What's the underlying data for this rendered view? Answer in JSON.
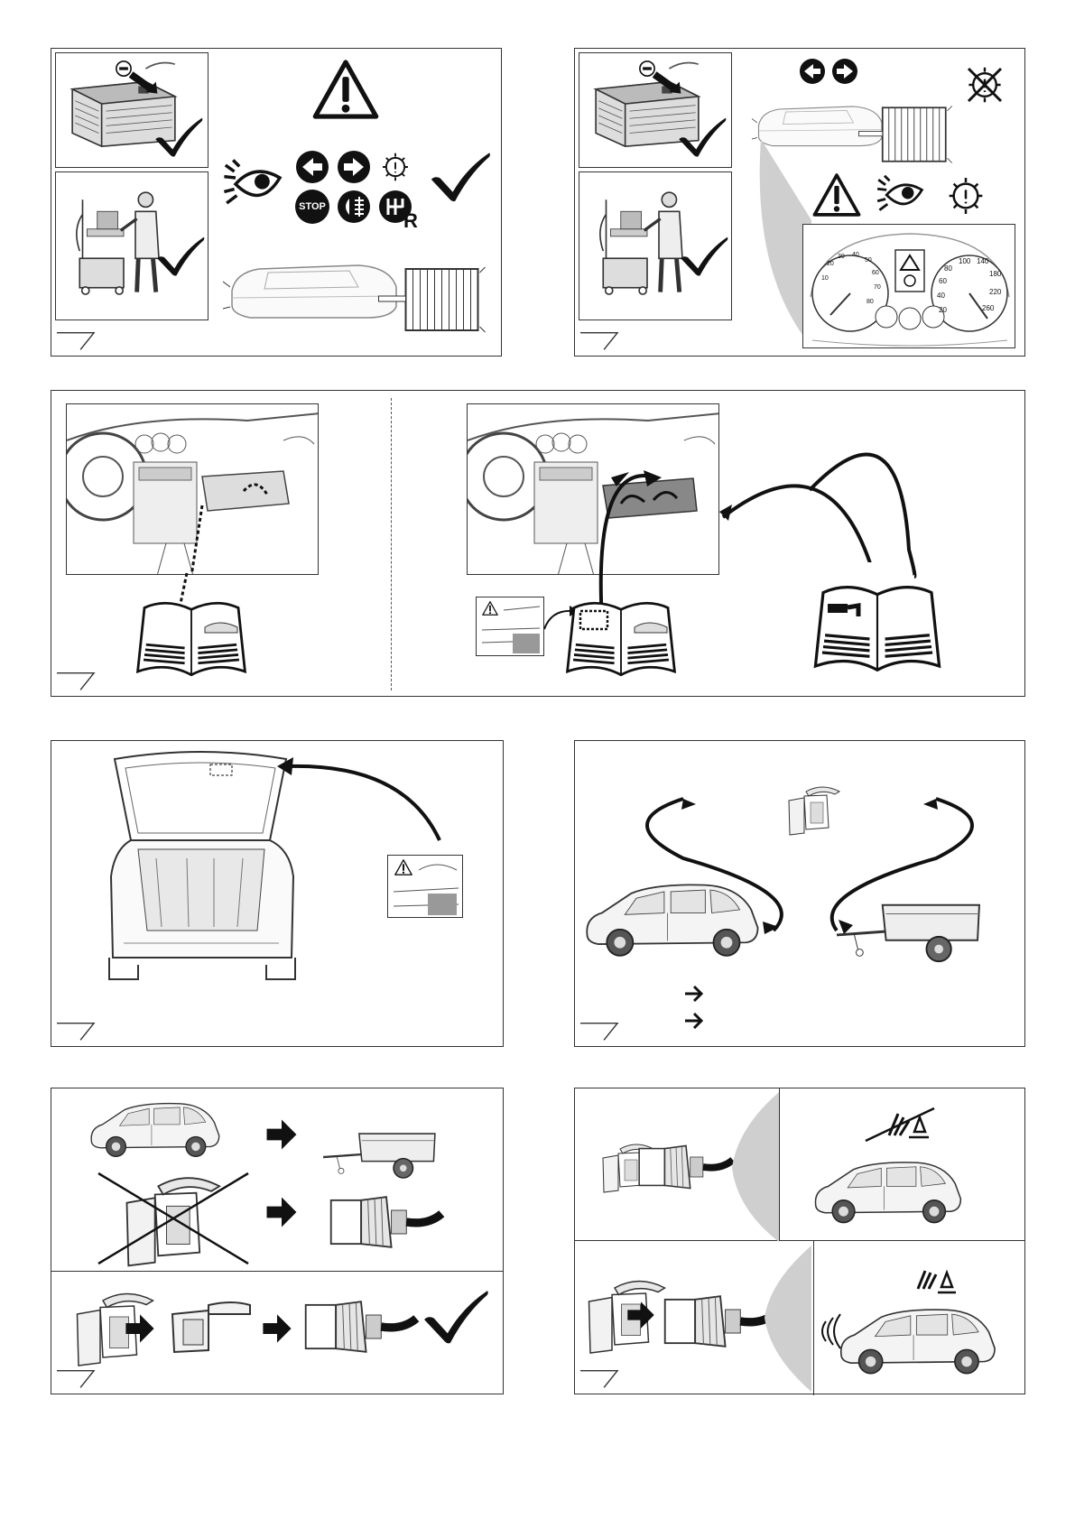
{
  "icons": {
    "step_tab": "page-tab-icon",
    "check": "checkmark-icon",
    "warning": "warning-triangle-icon",
    "eye": "eye-icon",
    "battery": "battery-icon",
    "technician": "technician-diagnostic-icon",
    "car": "car-icon",
    "trailer": "trailer-icon",
    "book": "manual-book-icon",
    "socket": "trailer-socket-icon",
    "plug": "trailer-plug-icon",
    "arrow": "arrow-right-icon",
    "sensor": "parking-sensor-icon"
  },
  "indicator_labels": {
    "stop": "STOP",
    "reverse": "R"
  },
  "gauge_labels": {
    "rpm": [
      "10",
      "20",
      "30",
      "40",
      "50",
      "60",
      "70",
      "80"
    ],
    "speed": [
      "20",
      "40",
      "60",
      "80",
      "100",
      "140",
      "180",
      "220",
      "260"
    ]
  },
  "colors": {
    "outline": "#333333",
    "fill_gray": "#d9d9d9",
    "black": "#111111"
  }
}
